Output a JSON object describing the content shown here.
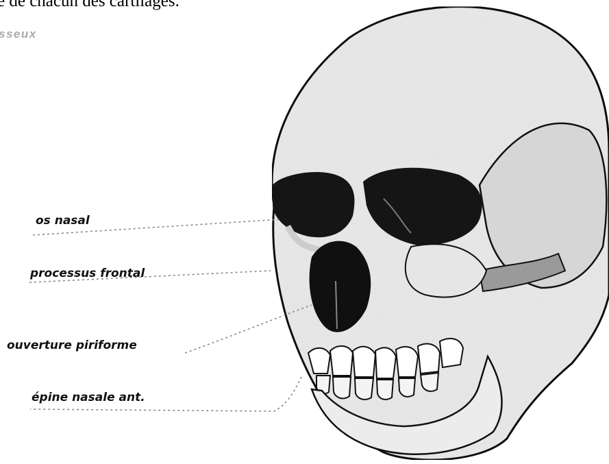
{
  "header_text": "e de chacun des cartilages.",
  "section_title": "sseux",
  "labels": [
    "os nasal",
    "processus frontal",
    "ouverture piriforme",
    "épine nasale ant."
  ]
}
